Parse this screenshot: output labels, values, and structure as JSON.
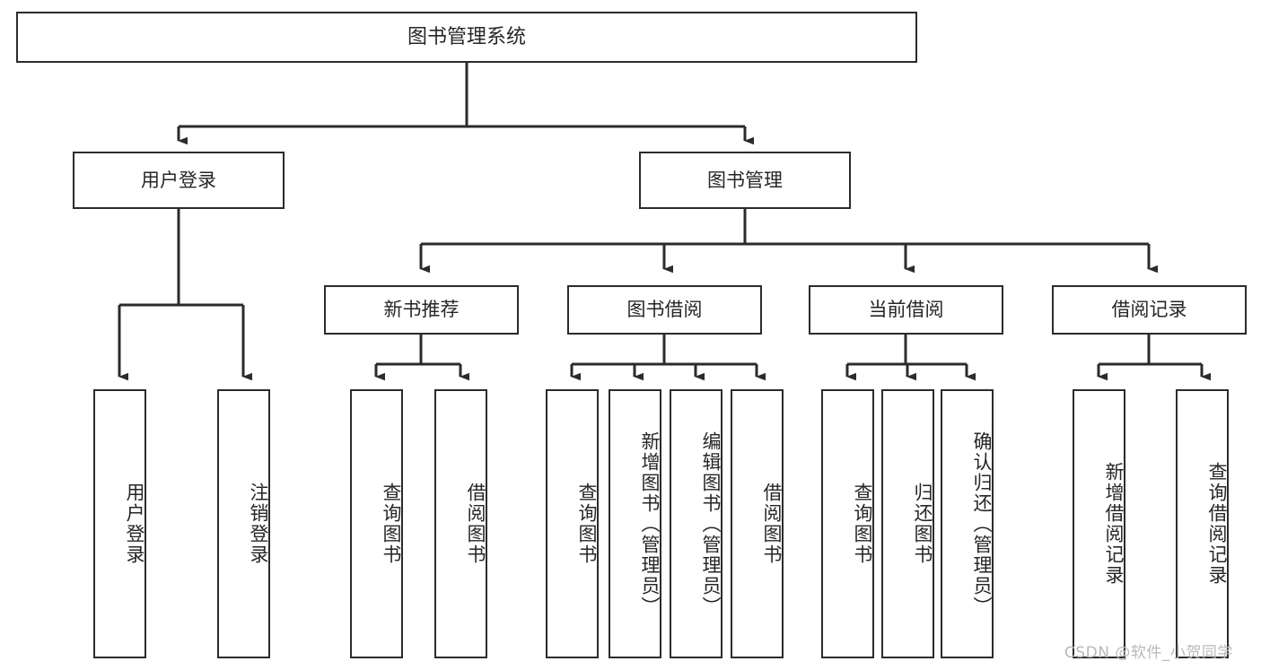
{
  "diagram": {
    "title": "图书管理系统",
    "type": "tree-hierarchy-diagram",
    "root": {
      "id": "root",
      "label": "图书管理系统"
    },
    "level2": [
      {
        "id": "user-login",
        "label": "用户登录"
      },
      {
        "id": "book-management",
        "label": "图书管理"
      }
    ],
    "level3": [
      {
        "id": "new-book-recommend",
        "label": "新书推荐",
        "parent": "book-management"
      },
      {
        "id": "book-borrow",
        "label": "图书借阅",
        "parent": "book-management"
      },
      {
        "id": "current-borrow",
        "label": "当前借阅",
        "parent": "book-management"
      },
      {
        "id": "borrow-record",
        "label": "借阅记录",
        "parent": "book-management"
      }
    ],
    "leaves": [
      {
        "id": "leaf-user-login",
        "label": "用户登录",
        "parent": "user-login"
      },
      {
        "id": "leaf-logout",
        "label": "注销登录",
        "parent": "user-login"
      },
      {
        "id": "leaf-query-book-1",
        "label": "查询图书",
        "parent": "new-book-recommend"
      },
      {
        "id": "leaf-borrow-book-1",
        "label": "借阅图书",
        "parent": "new-book-recommend"
      },
      {
        "id": "leaf-query-book-2",
        "label": "查询图书",
        "parent": "book-borrow"
      },
      {
        "id": "leaf-add-book",
        "label": "新增图书（管理员）",
        "parent": "book-borrow"
      },
      {
        "id": "leaf-edit-book",
        "label": "编辑图书（管理员）",
        "parent": "book-borrow"
      },
      {
        "id": "leaf-borrow-book-2",
        "label": "借阅图书",
        "parent": "book-borrow"
      },
      {
        "id": "leaf-query-book-3",
        "label": "查询图书",
        "parent": "current-borrow"
      },
      {
        "id": "leaf-return-book",
        "label": "归还图书",
        "parent": "current-borrow"
      },
      {
        "id": "leaf-confirm-return",
        "label": "确认归还（管理员）",
        "parent": "current-borrow"
      },
      {
        "id": "leaf-add-record",
        "label": "新增借阅记录",
        "parent": "borrow-record"
      },
      {
        "id": "leaf-query-record",
        "label": "查询借阅记录",
        "parent": "borrow-record"
      }
    ]
  },
  "watermark": {
    "text": "CSDN @软件_小贺同学"
  },
  "colors": {
    "stroke": "#2b2b2b",
    "background": "#ffffff",
    "text": "#262626",
    "watermark": "#b9b9b9"
  }
}
